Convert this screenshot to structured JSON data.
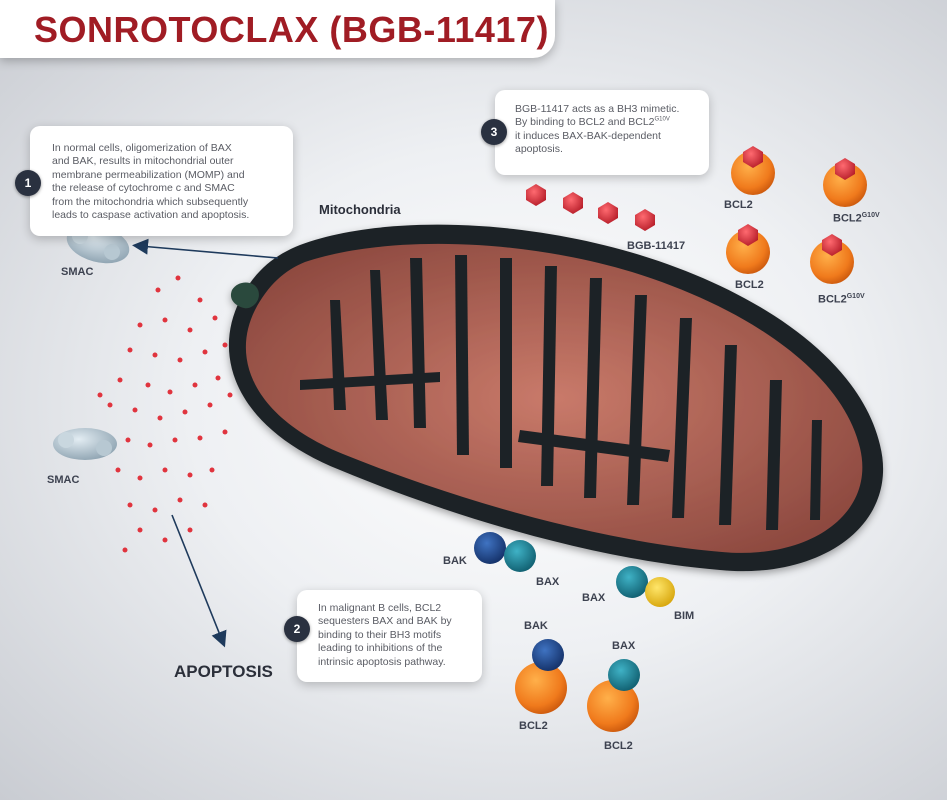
{
  "title": "SONROTOCLAX (BGB-11417)",
  "notes": [
    {
      "step": "1",
      "lines": [
        "In normal cells, oligomerization of BAX",
        "and BAK, results in mitochondrial outer",
        "membrane permeabilization (MOMP) and",
        "the release of cytochrome c and SMAC",
        "from the mitochondria which subsequently",
        "leads to caspase activation and apoptosis."
      ]
    },
    {
      "step": "2",
      "lines": [
        "In malignant B cells, BCL2",
        "sequesters BAX and BAK by",
        "binding to their BH3 motifs",
        "leading to inhibitions of the",
        "intrinsic apoptosis pathway."
      ]
    },
    {
      "step": "3",
      "lines": [
        "BGB-11417 acts as a BH3 mimetic.",
        "By binding to BCL2 and BCL2",
        "it induces BAX-BAK-dependent",
        "apoptosis."
      ],
      "line2_sup": "G10V"
    }
  ],
  "labels": {
    "mitochondria": "Mitochondria",
    "smac": "SMAC",
    "apoptosis": "APOPTOSIS",
    "drug": "BGB-11417",
    "bcl2": "BCL2",
    "bcl2_variant_base": "BCL2",
    "bcl2_variant_sup": "G10V",
    "bak": "BAK",
    "bax": "BAX",
    "bim": "BIM"
  },
  "colors": {
    "title": "#a01c24",
    "bcl2": "#f07a1c",
    "drug": "#d42a36",
    "bak": "#1d4a8c",
    "bax": "#1a7f95",
    "bim": "#f2c419",
    "smac": "#aebfca",
    "cristae": "#b86a5c",
    "membrane": "#1f2326"
  }
}
